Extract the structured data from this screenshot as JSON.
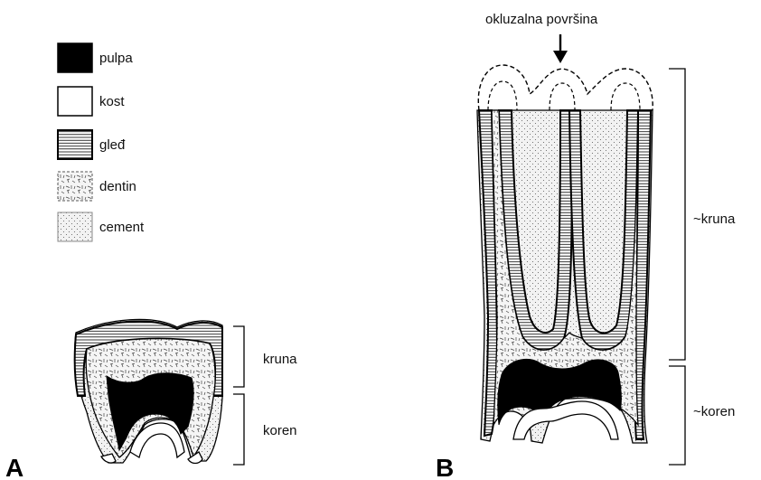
{
  "legend": {
    "items": [
      {
        "id": "pulpa",
        "label": "pulpa"
      },
      {
        "id": "kost",
        "label": "kost"
      },
      {
        "id": "gled",
        "label": "gleđ"
      },
      {
        "id": "dentin",
        "label": "dentin"
      },
      {
        "id": "cement",
        "label": "cement"
      }
    ]
  },
  "panel_a": {
    "letter": "A",
    "crown_label": "kruna",
    "root_label": "koren"
  },
  "panel_b": {
    "letter": "B",
    "surface_label": "okluzalna površina",
    "crown_label": "~kruna",
    "root_label": "~koren"
  }
}
